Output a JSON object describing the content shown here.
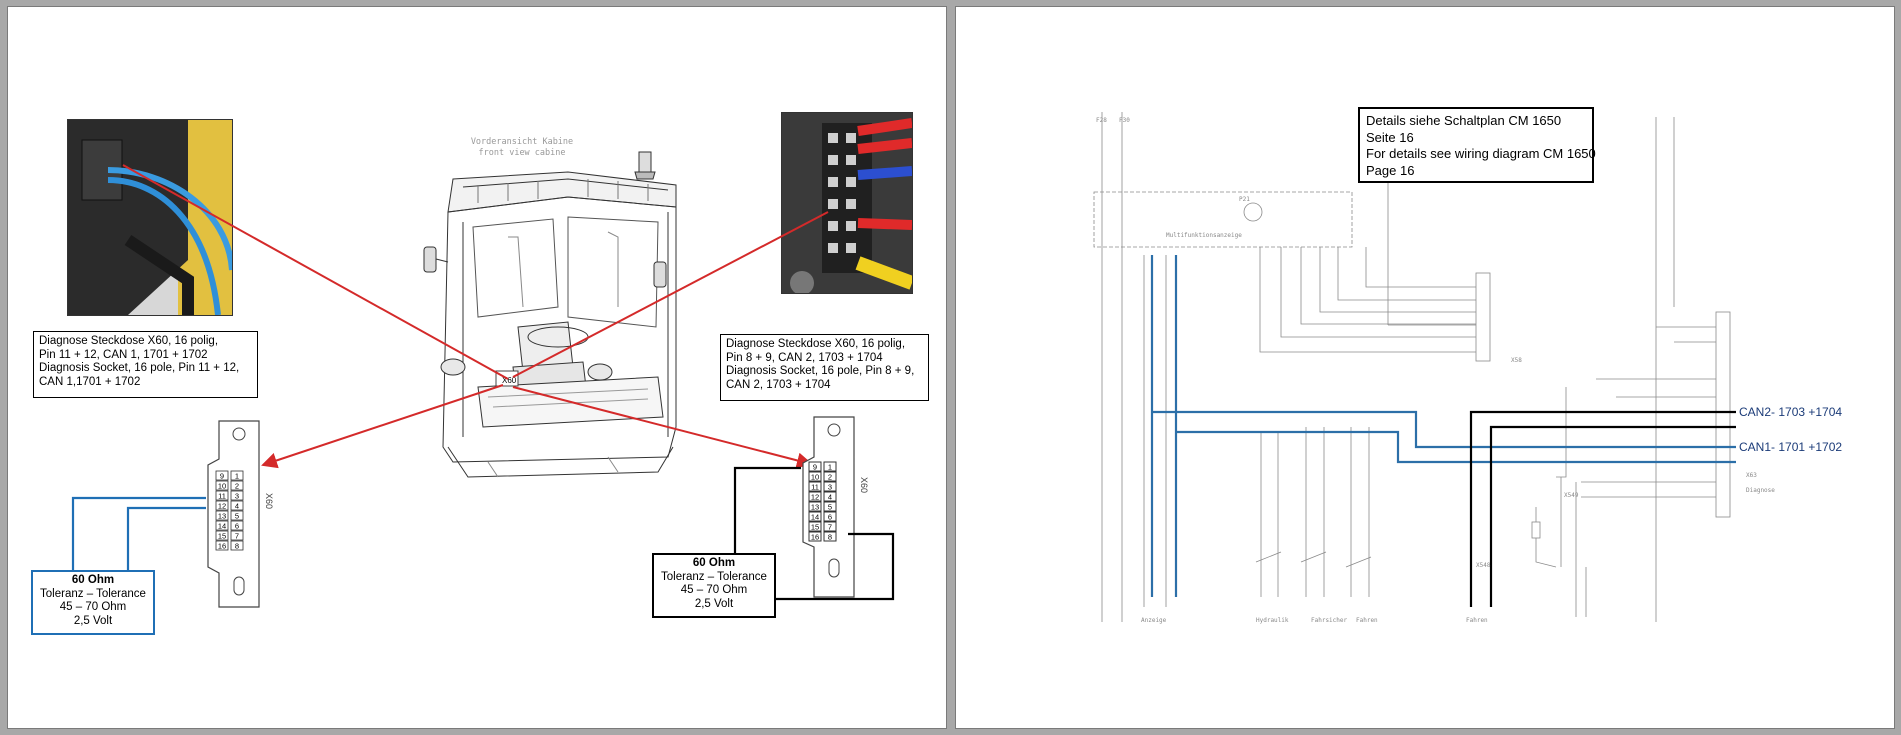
{
  "left_page": {
    "cabin_caption_de": "Vorderansicht Kabine",
    "cabin_caption_en": "front view cabine",
    "cabin_socket_label": "X60",
    "box_can1": {
      "lines": [
        "Diagnose Steckdose X60, 16 polig,",
        "Pin 11 + 12, CAN 1, 1701 + 1702",
        "Diagnosis Socket, 16 pole, Pin 11 + 12,",
        "CAN 1,1701 + 1702"
      ]
    },
    "box_can2": {
      "lines": [
        "Diagnose Steckdose X60, 16 polig,",
        "Pin 8 + 9, CAN 2, 1703 + 1704",
        "Diagnosis Socket, 16 pole, Pin 8 + 9,",
        "CAN 2, 1703 + 1704"
      ]
    },
    "connector_left": {
      "label": "X60",
      "left_pins": [
        "9",
        "10",
        "11",
        "12",
        "13",
        "14",
        "15",
        "16"
      ],
      "right_pins": [
        "1",
        "2",
        "3",
        "4",
        "5",
        "6",
        "7",
        "8"
      ]
    },
    "connector_right": {
      "label": "X60",
      "left_pins": [
        "9",
        "10",
        "11",
        "12",
        "13",
        "14",
        "15",
        "16"
      ],
      "right_pins": [
        "1",
        "2",
        "3",
        "4",
        "5",
        "6",
        "7",
        "8"
      ]
    },
    "ohm_left": {
      "title": "60 Ohm",
      "lines": [
        "Toleranz – Tolerance",
        "45 – 70 Ohm",
        "2,5 Volt"
      ]
    },
    "ohm_right": {
      "title": "60 Ohm",
      "lines": [
        "Toleranz – Tolerance",
        "45 – 70 Ohm",
        "2,5 Volt"
      ]
    },
    "colors": {
      "arrow": "#d42a2a",
      "can1_wire": "#1f6fb5",
      "can2_wire": "#000000"
    }
  },
  "right_page": {
    "note_lines": [
      "Details siehe Schaltplan CM 1650",
      "Seite 16",
      "For details see wiring diagram CM 1650",
      "Page 16"
    ],
    "can2_label": "CAN2- 1703 +1704",
    "can1_label": "CAN1- 1701 +1702",
    "colors": {
      "can1": "#2c6fa8",
      "can2": "#000000",
      "thin": "#8a8a8a"
    }
  }
}
